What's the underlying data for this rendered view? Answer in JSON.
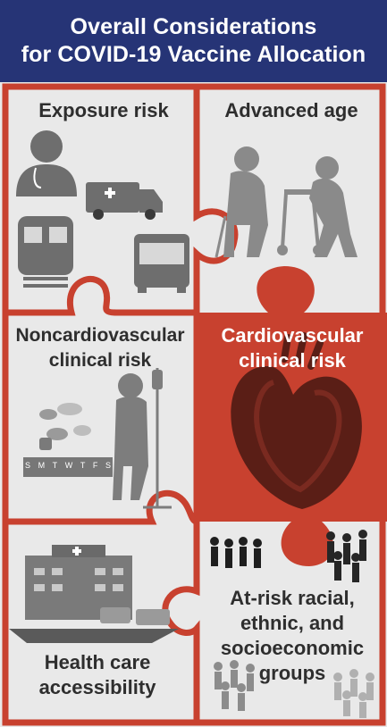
{
  "header": {
    "line1": "Overall Considerations",
    "line2": "for COVID-19 Vaccine Allocation"
  },
  "pieces": {
    "exposure": {
      "label": "Exposure risk"
    },
    "age": {
      "label": "Advanced age"
    },
    "noncardio": {
      "line1": "Noncardiovascular",
      "line2": "clinical risk"
    },
    "cardio": {
      "line1": "Cardiovascular",
      "line2": "clinical risk"
    },
    "healthcare": {
      "line1": "Health care",
      "line2": "accessibility"
    },
    "atrisk": {
      "line1": "At-risk racial,",
      "line2": "ethnic, and",
      "line3": "socioeconomic",
      "line4": "groups"
    }
  },
  "pillbox_days": [
    "S",
    "M",
    "T",
    "W",
    "T",
    "F",
    "S"
  ],
  "colors": {
    "navy": "#263476",
    "red": "#c8412f",
    "gray": "#8a8a8a",
    "dark_gray": "#3a3a3a",
    "puzzle_bg": "#f4f4f4"
  }
}
